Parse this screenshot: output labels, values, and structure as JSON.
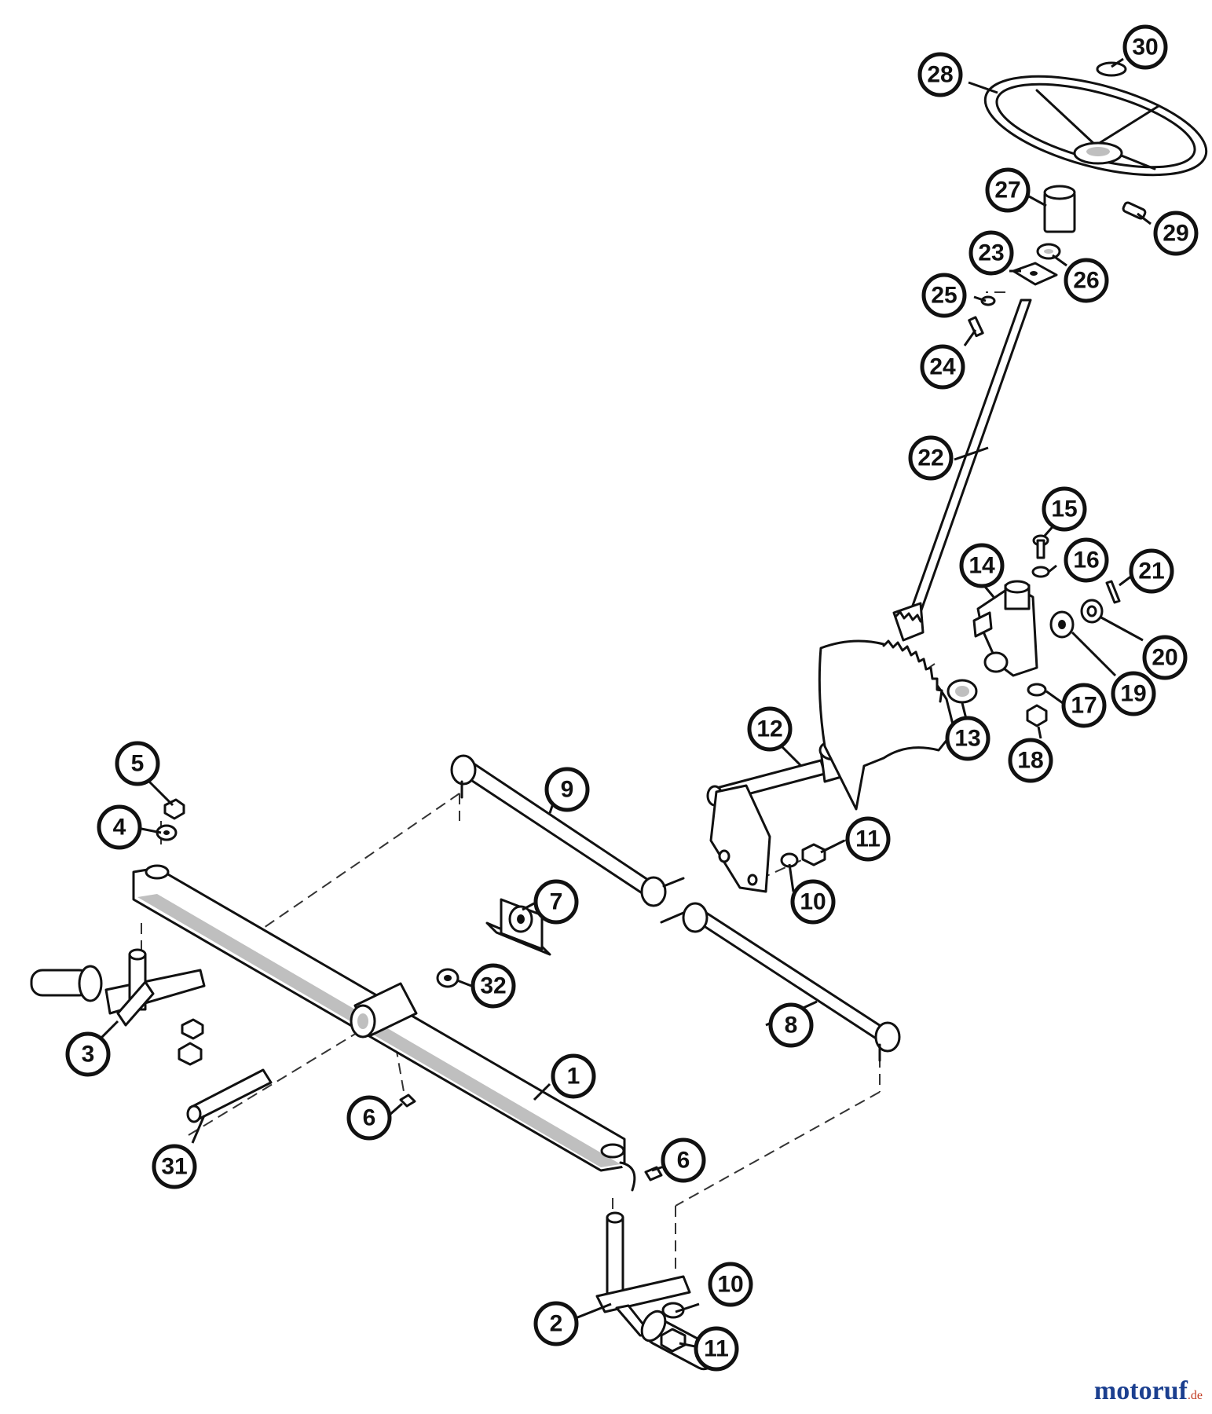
{
  "callouts": [
    {
      "id": "c1",
      "label": "1"
    },
    {
      "id": "c2",
      "label": "2"
    },
    {
      "id": "c3",
      "label": "3"
    },
    {
      "id": "c4",
      "label": "4"
    },
    {
      "id": "c5",
      "label": "5"
    },
    {
      "id": "c6a",
      "label": "6"
    },
    {
      "id": "c6b",
      "label": "6"
    },
    {
      "id": "c7",
      "label": "7"
    },
    {
      "id": "c8",
      "label": "8"
    },
    {
      "id": "c9",
      "label": "9"
    },
    {
      "id": "c10a",
      "label": "10"
    },
    {
      "id": "c10b",
      "label": "10"
    },
    {
      "id": "c11a",
      "label": "11"
    },
    {
      "id": "c11b",
      "label": "11"
    },
    {
      "id": "c12",
      "label": "12"
    },
    {
      "id": "c13",
      "label": "13"
    },
    {
      "id": "c14",
      "label": "14"
    },
    {
      "id": "c15",
      "label": "15"
    },
    {
      "id": "c16",
      "label": "16"
    },
    {
      "id": "c17",
      "label": "17"
    },
    {
      "id": "c18",
      "label": "18"
    },
    {
      "id": "c19",
      "label": "19"
    },
    {
      "id": "c20",
      "label": "20"
    },
    {
      "id": "c21",
      "label": "21"
    },
    {
      "id": "c22",
      "label": "22"
    },
    {
      "id": "c23",
      "label": "23"
    },
    {
      "id": "c24",
      "label": "24"
    },
    {
      "id": "c25",
      "label": "25"
    },
    {
      "id": "c26",
      "label": "26"
    },
    {
      "id": "c27",
      "label": "27"
    },
    {
      "id": "c28",
      "label": "28"
    },
    {
      "id": "c29",
      "label": "29"
    },
    {
      "id": "c30",
      "label": "30"
    },
    {
      "id": "c31",
      "label": "31"
    },
    {
      "id": "c32",
      "label": "32"
    }
  ],
  "watermark": {
    "brand": "motoruf",
    "tld": ".de"
  }
}
